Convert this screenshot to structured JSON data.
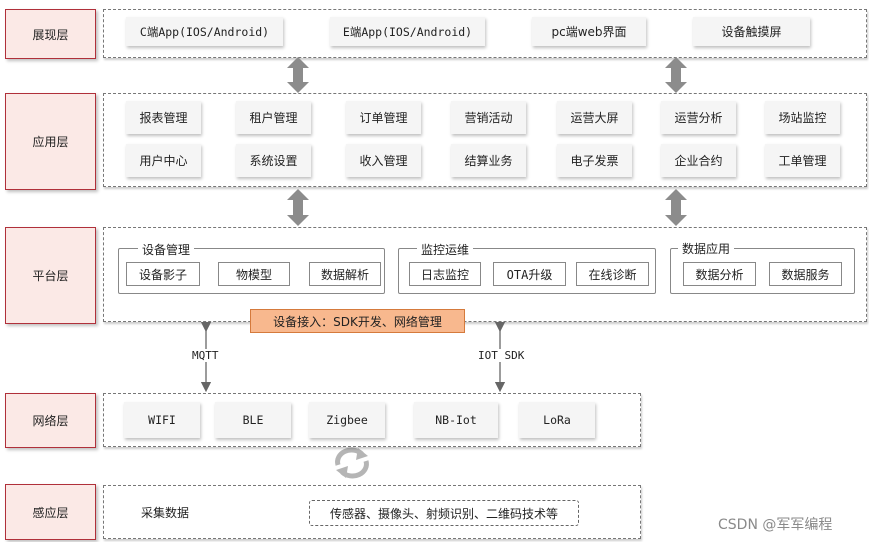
{
  "layers": {
    "presentation": "展现层",
    "application": "应用层",
    "platform": "平台层",
    "network": "网络层",
    "sensing": "感应层"
  },
  "presentation": {
    "items": [
      "C端App(IOS/Android)",
      "E端App(IOS/Android)",
      "pc端web界面",
      "设备触摸屏"
    ]
  },
  "application": {
    "row1": [
      "报表管理",
      "租户管理",
      "订单管理",
      "营销活动",
      "运营大屏",
      "运营分析",
      "场站监控"
    ],
    "row2": [
      "用户中心",
      "系统设置",
      "收入管理",
      "结算业务",
      "电子发票",
      "企业合约",
      "工单管理"
    ]
  },
  "platform": {
    "device_mgmt": {
      "title": "设备管理",
      "items": [
        "设备影子",
        "物模型",
        "数据解析"
      ]
    },
    "monitoring": {
      "title": "监控运维",
      "items": [
        "日志监控",
        "OTA升级",
        "在线诊断"
      ]
    },
    "data_app": {
      "title": "数据应用",
      "items": [
        "数据分析",
        "数据服务"
      ]
    },
    "access": "设备接入：SDK开发、网络管理"
  },
  "links": {
    "left": "MQTT",
    "right": "IOT SDK"
  },
  "network": {
    "items": [
      "WIFI",
      "BLE",
      "Zigbee",
      "NB-Iot",
      "LoRa"
    ]
  },
  "sensing": {
    "label": "采集数据",
    "detail": "传感器、摄像头、射频识别、二维码技术等"
  },
  "watermark": "CSDN @军军编程"
}
